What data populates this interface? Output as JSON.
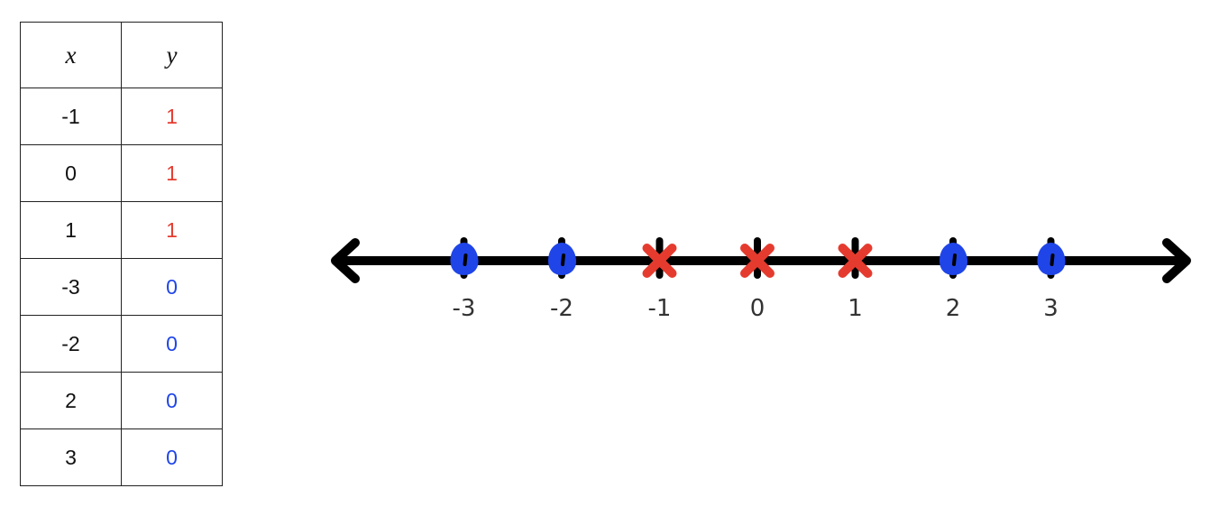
{
  "table": {
    "headers": [
      "x",
      "y"
    ],
    "rows": [
      {
        "x": "-1",
        "y": "1"
      },
      {
        "x": "0",
        "y": "1"
      },
      {
        "x": "1",
        "y": "1"
      },
      {
        "x": "-3",
        "y": "0"
      },
      {
        "x": "-2",
        "y": "0"
      },
      {
        "x": "2",
        "y": "0"
      },
      {
        "x": "3",
        "y": "0"
      }
    ]
  },
  "colors": {
    "y_one": "#e53b2f",
    "y_zero": "#1f45e8",
    "line": "#000000"
  },
  "number_line": {
    "range": [
      -4,
      4
    ],
    "points": [
      {
        "value": -3,
        "label": "-3",
        "mark": "dot"
      },
      {
        "value": -2,
        "label": "-2",
        "mark": "dot"
      },
      {
        "value": -1,
        "label": "-1",
        "mark": "cross"
      },
      {
        "value": 0,
        "label": "0",
        "mark": "cross"
      },
      {
        "value": 1,
        "label": "1",
        "mark": "cross"
      },
      {
        "value": 2,
        "label": "2",
        "mark": "dot"
      },
      {
        "value": 3,
        "label": "3",
        "mark": "dot"
      }
    ]
  }
}
